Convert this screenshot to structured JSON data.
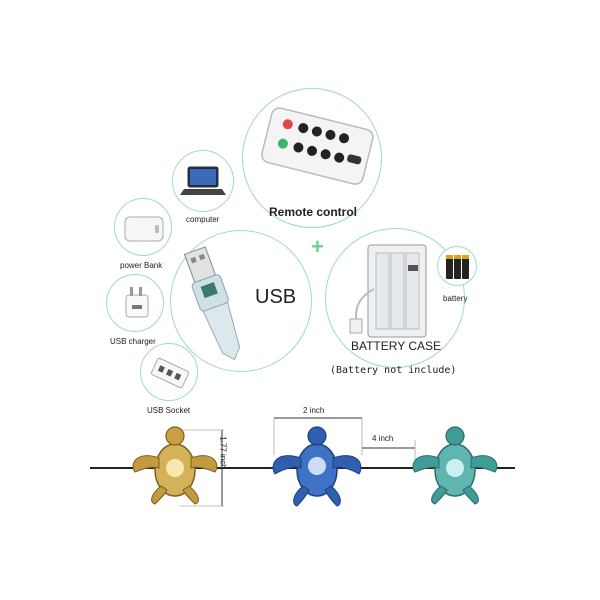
{
  "labels": {
    "remote_control": "Remote control",
    "computer": "computer",
    "power_bank": "power Bank",
    "usb_charger": "USB charger",
    "usb_socket": "USB  Socket",
    "usb": "USB",
    "plus": "+",
    "battery_case": "BATTERY CASE",
    "battery": "battery",
    "battery_note": "(Battery not include)"
  },
  "dimensions": {
    "width": "2 inch",
    "spacing": "4 inch",
    "height": "1.77 inch"
  },
  "colors": {
    "circle_border": "#9fd8cf",
    "plus_green": "#6fcf97",
    "turtle_gold": "#c9a54a",
    "turtle_blue": "#2f5fae",
    "turtle_teal": "#3f9c98"
  }
}
